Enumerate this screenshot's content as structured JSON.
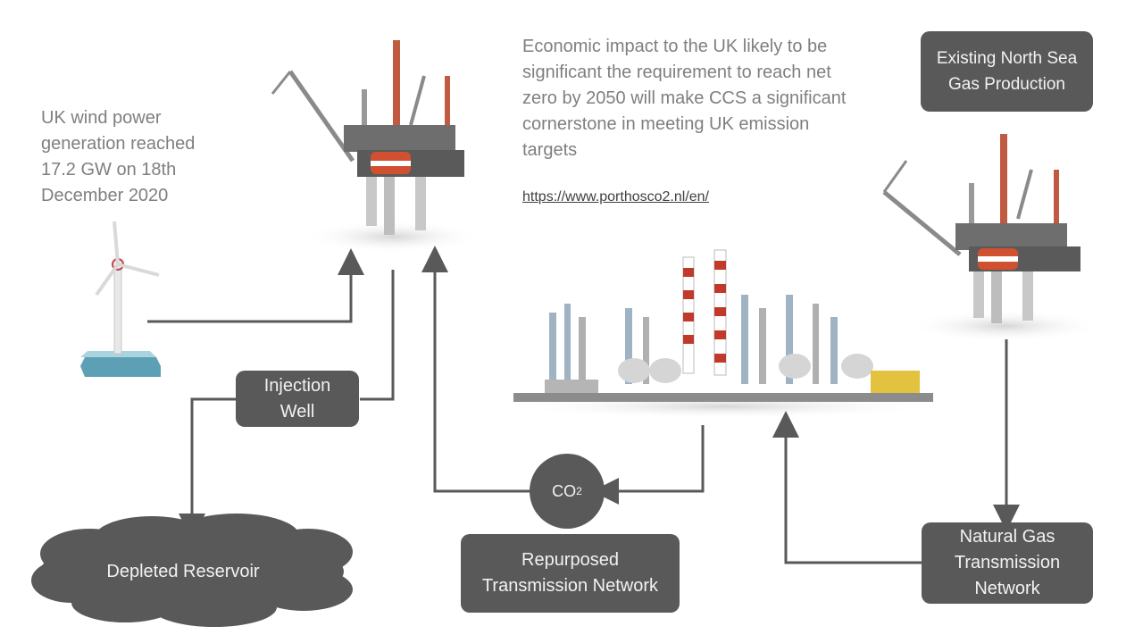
{
  "wind_note": "UK wind power generation reached 17.2 GW on 18th December 2020",
  "impact_note": "Economic impact to the UK likely to be significant the requirement to reach net zero by 2050 will make CCS a significant cornerstone in meeting UK emission targets",
  "link": "https://www.porthosco2.nl/en/",
  "boxes": {
    "gas_production": "Existing North Sea Gas Production",
    "injection_well": "Injection Well",
    "depleted_reservoir": "Depleted Reservoir",
    "co2_main": "CO",
    "co2_sub": "2",
    "repurposed": "Repurposed Transmission Network",
    "natural_gas": "Natural Gas Transmission Network"
  },
  "icons": [
    "wind-turbine-icon",
    "offshore-platform-icon",
    "refinery-icon"
  ]
}
